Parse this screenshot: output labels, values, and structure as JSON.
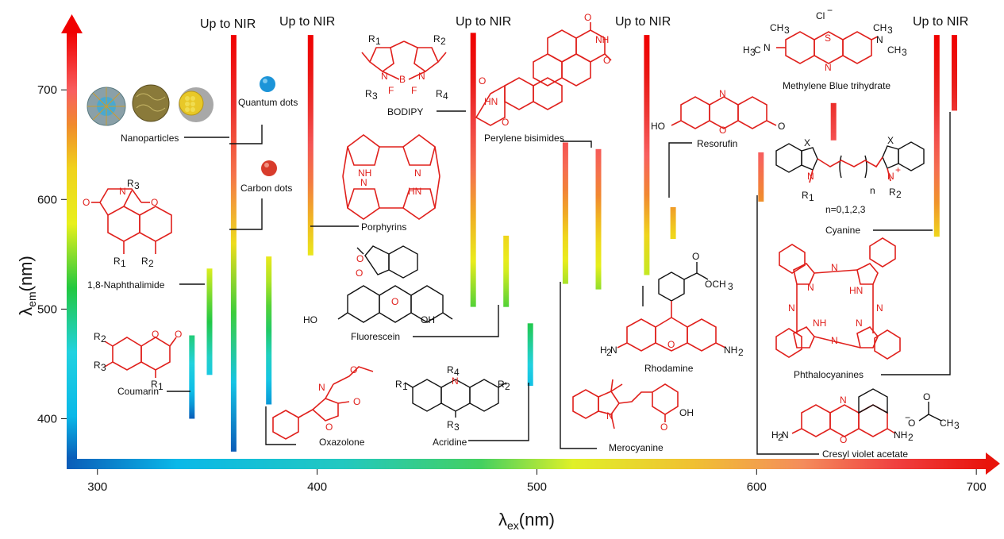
{
  "chart_data": {
    "type": "bar",
    "title": "",
    "xlabel_main": "λ",
    "xlabel_sub": "ex",
    "xlabel_unit": "(nm)",
    "ylabel_main": "λ",
    "ylabel_sub": "em",
    "ylabel_unit": "(nm)",
    "xlim": [
      286,
      705
    ],
    "ylim": [
      354,
      753
    ],
    "xticks": [
      "300",
      "400",
      "500",
      "600",
      "700"
    ],
    "yticks": [
      "400",
      "500",
      "600",
      "700"
    ],
    "nir_label": "Up to NIR",
    "fluorophores": [
      {
        "name": "Nanoparticles",
        "x": 362,
        "y_range": [
          370,
          750
        ]
      },
      {
        "name": "Quantum dots",
        "x": 362,
        "y_range": [
          370,
          750
        ]
      },
      {
        "name": "Carbon dots",
        "x": 362,
        "y_range": [
          370,
          750
        ]
      },
      {
        "name": "Coumarin",
        "x": 343,
        "y_range": [
          400,
          476
        ]
      },
      {
        "name": "1,8-Naphthalimide",
        "x": 351,
        "y_range": [
          440,
          537
        ]
      },
      {
        "name": "Oxazolone",
        "x": 378,
        "y_range": [
          413,
          548
        ]
      },
      {
        "name": "Porphyrins",
        "x": 397,
        "y_range": [
          549,
          750
        ]
      },
      {
        "name": "Fluorescein",
        "x": 486,
        "y_range": [
          502,
          567
        ]
      },
      {
        "name": "Acridine",
        "x": 497,
        "y_range": [
          430,
          487
        ]
      },
      {
        "name": "BODIPY",
        "x": 471,
        "y_range": [
          502,
          752
        ]
      },
      {
        "name": "Perylene bisimides",
        "x": 513,
        "y_range": [
          523,
          652
        ]
      },
      {
        "name": "Perylene bisimides",
        "x": 528,
        "y_range": [
          518,
          646
        ]
      },
      {
        "name": "Merocyanine",
        "x": 513,
        "y_range": [
          523,
          652
        ]
      },
      {
        "name": "Rhodamine",
        "x": 550,
        "y_range": [
          531,
          750
        ]
      },
      {
        "name": "Resorufin",
        "x": 562,
        "y_range": [
          564,
          593
        ]
      },
      {
        "name": "Cresyl violet acetate",
        "x": 602,
        "y_range": [
          598,
          643
        ]
      },
      {
        "name": "Methylene Blue trihydrate",
        "x": 635,
        "y_range": [
          654,
          688
        ]
      },
      {
        "name": "Cyanine",
        "x": 682,
        "y_range": [
          566,
          750
        ]
      },
      {
        "name": "Phthalocyanines",
        "x": 690,
        "y_range": [
          681,
          750
        ]
      }
    ],
    "gradient_colors": [
      "#0a5cb8",
      "#0ab8e8",
      "#22d2e0",
      "#22c840",
      "#e8f01c",
      "#f0d21c",
      "#f08c2c",
      "#f86060",
      "#e8201c",
      "#f00000"
    ]
  },
  "labels": {
    "nanoparticles": "Nanoparticles",
    "quantum_dots": "Quantum dots",
    "carbon_dots": "Carbon dots",
    "naphthalimide": "1,8-Naphthalimide",
    "coumarin": "Coumarin",
    "oxazolone": "Oxazolone",
    "porphyrins": "Porphyrins",
    "fluorescein": "Fluorescein",
    "acridine": "Acridine",
    "bodipy": "BODIPY",
    "perylene": "Perylene bisimides",
    "merocyanine": "Merocyanine",
    "rhodamine": "Rhodamine",
    "resorufin": "Resorufin",
    "cresyl": "Cresyl violet acetate",
    "methylene": "Methylene Blue trihydrate",
    "cyanine": "Cyanine",
    "phthalocyanines": "Phthalocyanines",
    "cyanine_n": "n=0,1,2,3"
  },
  "atoms": {
    "R1": "R",
    "R2": "R",
    "R3": "R",
    "R4": "R",
    "sub1": "1",
    "sub2": "2",
    "sub3": "3",
    "sub4": "4",
    "N": "N",
    "O": "O",
    "S": "S",
    "X": "X",
    "B": "B",
    "NH": "NH",
    "HN": "HN",
    "HO": "HO",
    "OH": "OH",
    "F": "F",
    "minus": "−",
    "plus": "+",
    "Cl": "Cl",
    "CH3": "CH",
    "H3C": "H",
    "OCH3": "OCH",
    "H2N": "H",
    "NH2": "NH",
    "n": "n"
  }
}
